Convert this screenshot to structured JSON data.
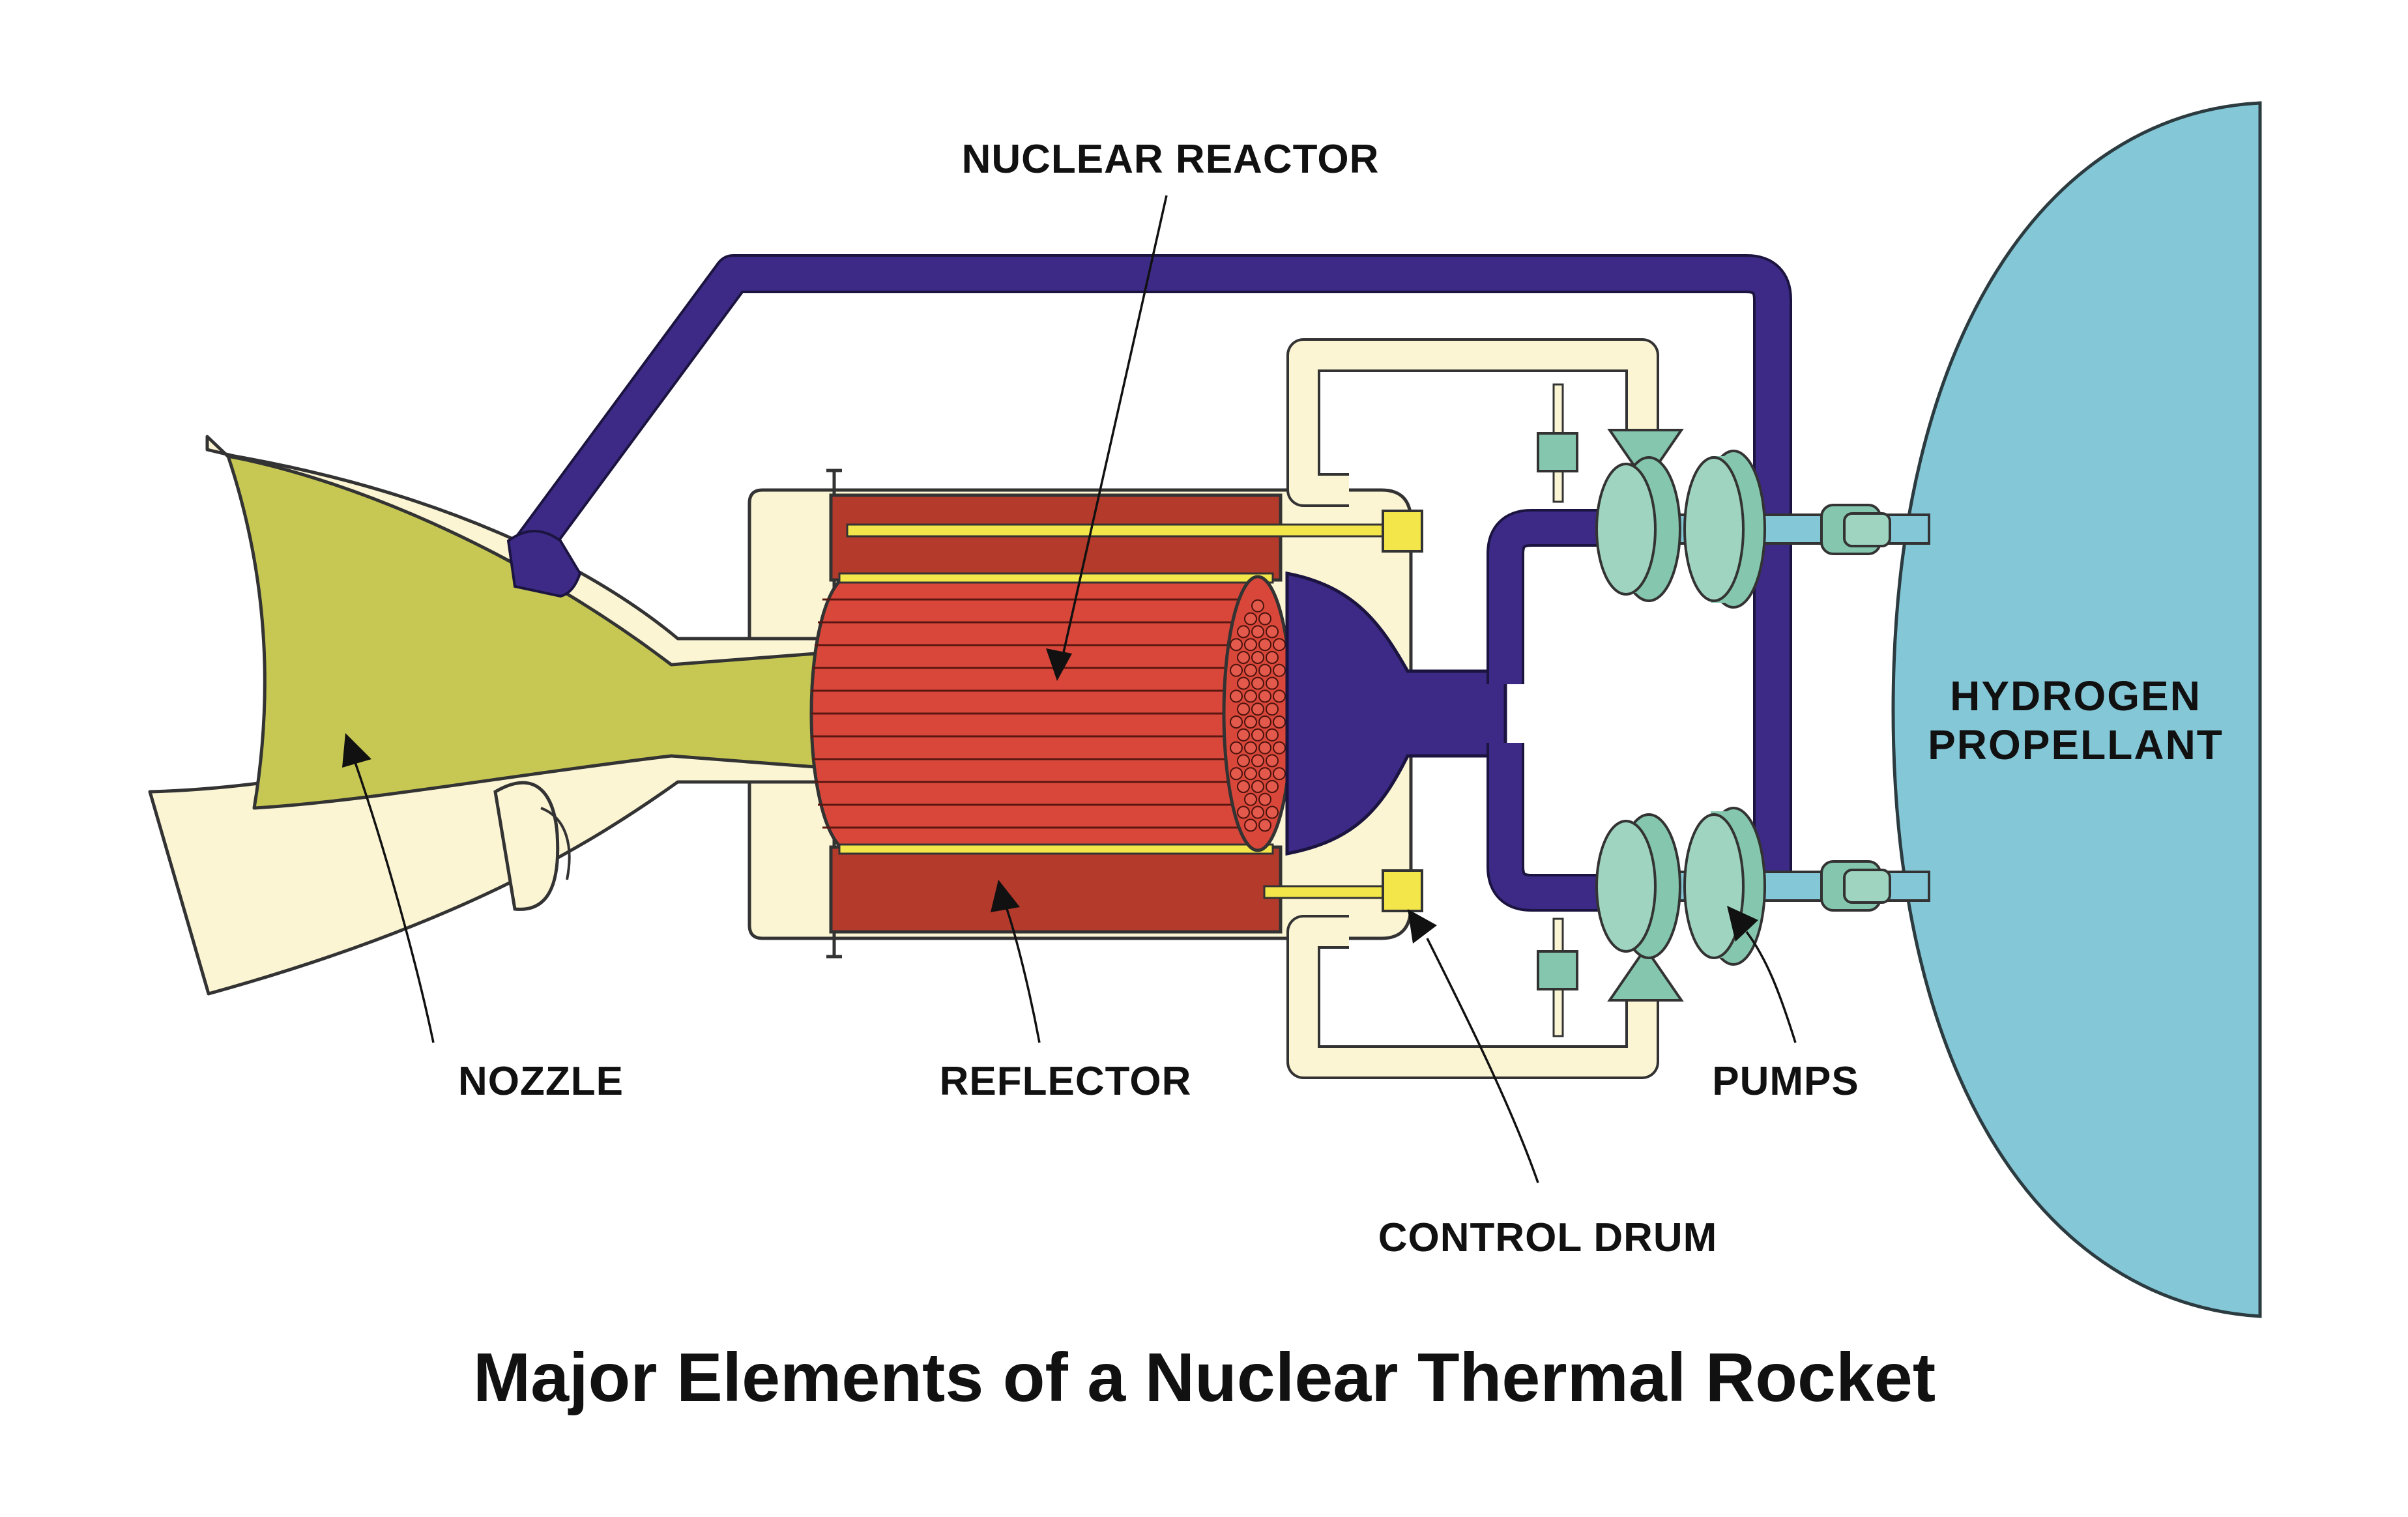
{
  "title": "Major Elements of a Nuclear Thermal Rocket",
  "labels": {
    "nuclear_reactor": "NUCLEAR REACTOR",
    "nozzle": "NOZZLE",
    "reflector": "REFLECTOR",
    "pumps": "PUMPS",
    "control_drum": "CONTROL DRUM",
    "hydrogen_line1": "HYDROGEN",
    "hydrogen_line2": "PROPELLANT"
  },
  "colors": {
    "coolant_pipe": "#3d2a86",
    "nozzle": "#c7c854",
    "casing": "#fbf5d4",
    "reflector": "#b43a2c",
    "reactor_core": "#d9473a",
    "control_rod": "#f2e64a",
    "pump": "#84c6ae",
    "tank": "#84c8d8"
  }
}
